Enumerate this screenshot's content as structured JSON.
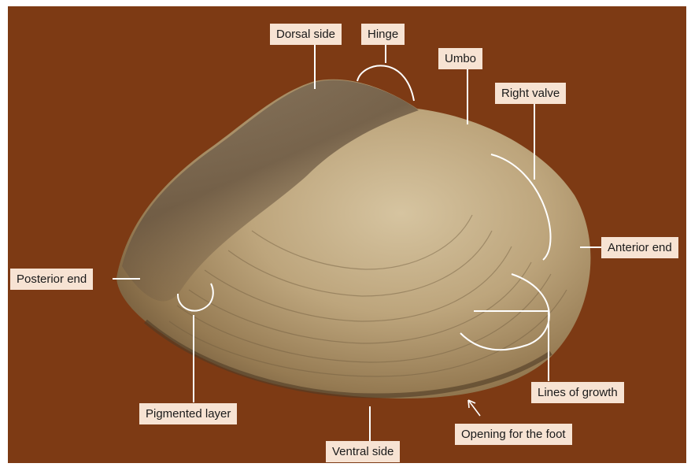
{
  "labels": {
    "dorsal_side": "Dorsal side",
    "hinge": "Hinge",
    "umbo": "Umbo",
    "right_valve": "Right valve",
    "anterior_end": "Anterior end",
    "posterior_end": "Posterior end",
    "lines_of_growth": "Lines of growth",
    "pigmented_layer": "Pigmented layer",
    "opening_for_the_foot": "Opening for the foot",
    "ventral_side": "Ventral side"
  },
  "colors": {
    "background": "#7d3a14",
    "shell_light": "#c9b48e",
    "shell_mid": "#a0865d",
    "shell_dark": "#5f4a32",
    "label_fill": "#f7e3d3",
    "leader_line": "#ffffff"
  }
}
